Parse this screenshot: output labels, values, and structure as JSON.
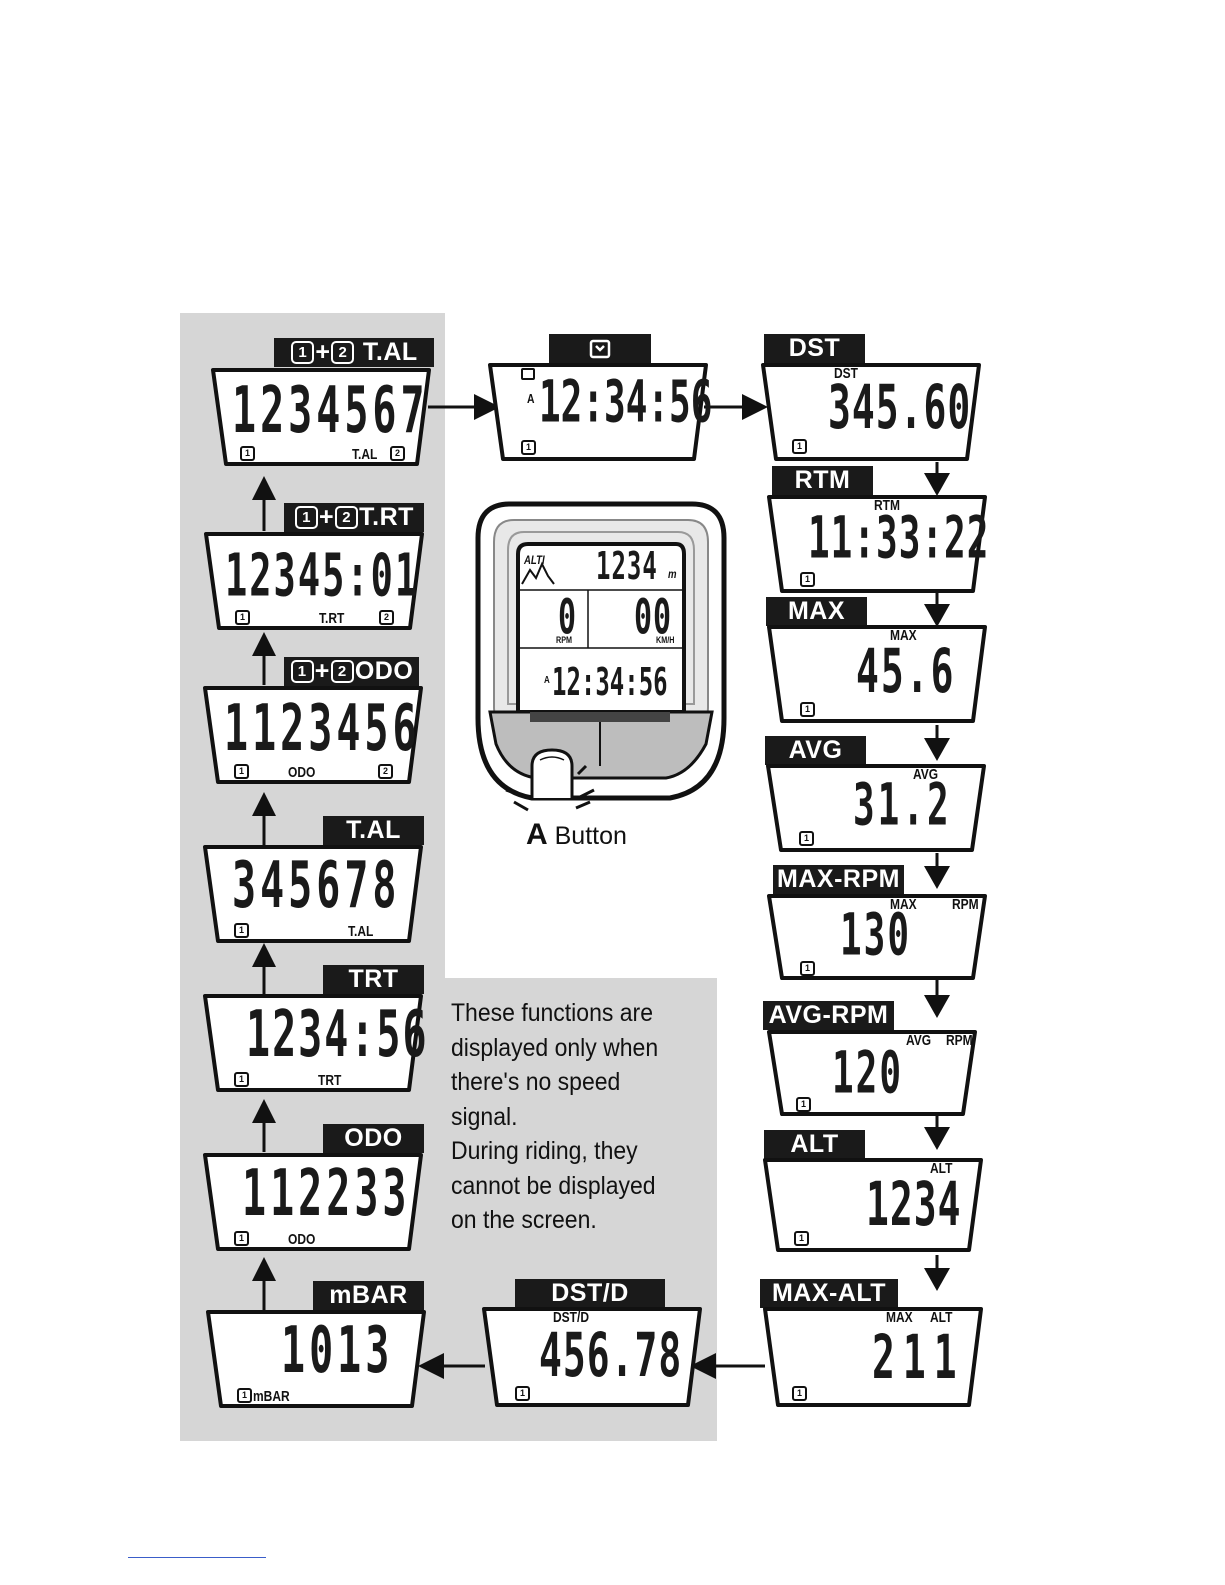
{
  "note": {
    "lines": [
      "These functions are",
      "displayed only when",
      "there's no speed",
      "signal.",
      "During riding, they",
      "cannot be displayed",
      "on the screen."
    ]
  },
  "device": {
    "brand": "ALTI",
    "altitude": "1234",
    "altitude_unit": "m",
    "rpm_value": "0",
    "rpm_unit": "RPM",
    "speed_value": "00",
    "speed_unit": "KM/H",
    "clock_prefix": "A",
    "clock": "12:34:56",
    "button_letter": "A",
    "button_text": "Button"
  },
  "screens": {
    "tal12": {
      "tag": "T.AL",
      "tag_keys": [
        "1",
        "2"
      ],
      "digits": "1234567",
      "left_chip": "1",
      "right_text": "T.AL",
      "right_chip": "2"
    },
    "trt12": {
      "tag": "T.RT",
      "tag_keys": [
        "1",
        "2"
      ],
      "digits": "12345:01",
      "left_chip": "1",
      "mid_text": "T.RT",
      "right_chip": "2"
    },
    "odo12": {
      "tag": "ODO",
      "tag_keys": [
        "1",
        "2"
      ],
      "digits": "1123456",
      "left_chip": "1",
      "mid_text": "ODO",
      "right_chip": "2"
    },
    "tal": {
      "tag": "T.AL",
      "digits": "345678",
      "left_chip": "1",
      "mid_text": "T.AL"
    },
    "trt": {
      "tag": "TRT",
      "digits": "1234:56",
      "left_chip": "1",
      "mid_text": "TRT"
    },
    "odo": {
      "tag": "ODO",
      "digits": "112233",
      "left_chip": "1",
      "mid_text": "ODO"
    },
    "mbar": {
      "tag": "mBAR",
      "digits": "1013",
      "left_chip": "1",
      "left_text": "mBAR"
    },
    "clock": {
      "tag_icon": "alarm-clock-icon",
      "prefix": "A",
      "digits": "12:34:56",
      "left_chip": "1"
    },
    "dst": {
      "tag": "DST",
      "label": "DST",
      "digits": "345.60",
      "left_chip": "1"
    },
    "rtm": {
      "tag": "RTM",
      "label": "RTM",
      "digits": "11:33:22",
      "left_chip": "1"
    },
    "max": {
      "tag": "MAX",
      "label": "MAX",
      "digits": "45.6",
      "left_chip": "1"
    },
    "avg": {
      "tag": "AVG",
      "label": "AVG",
      "digits": "31.2",
      "left_chip": "1"
    },
    "maxrpm": {
      "tag": "MAX-RPM",
      "label": "MAX",
      "label2": "RPM",
      "digits": "130",
      "left_chip": "1"
    },
    "avgrpm": {
      "tag": "AVG-RPM",
      "label": "AVG",
      "label2": "RPM",
      "digits": "120",
      "left_chip": "1"
    },
    "alt": {
      "tag": "ALT",
      "label": "ALT",
      "digits": "1234",
      "left_chip": "1"
    },
    "maxalt": {
      "tag": "MAX-ALT",
      "label": "MAX",
      "label2": "ALT",
      "digits": "211",
      "left_chip": "1"
    },
    "dstd": {
      "tag": "DST/D",
      "label": "DST/D",
      "digits": "456.78",
      "left_chip": "1"
    }
  },
  "colors": {
    "panel": "#d6d6d6",
    "tag_bg": "#1a1a1a",
    "ink": "#111111"
  }
}
